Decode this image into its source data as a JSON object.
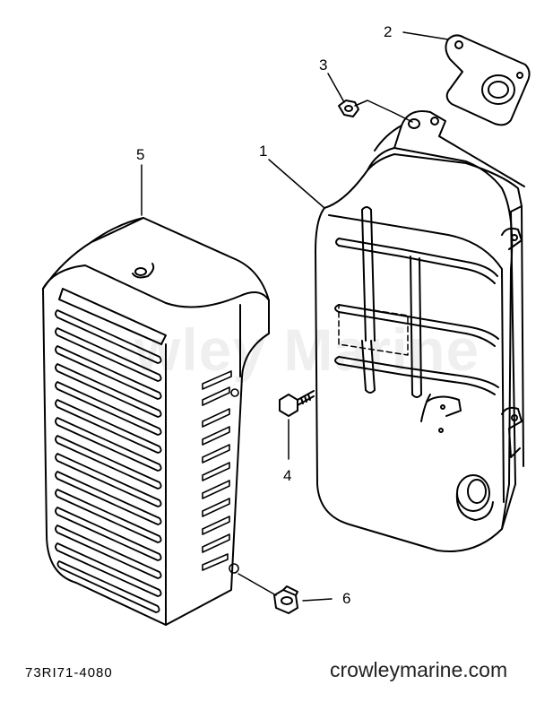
{
  "diagram": {
    "callouts": [
      {
        "id": "1",
        "text": "1"
      },
      {
        "id": "2",
        "text": "2"
      },
      {
        "id": "3",
        "text": "3"
      },
      {
        "id": "4",
        "text": "4"
      },
      {
        "id": "5",
        "text": "5"
      },
      {
        "id": "6",
        "text": "6"
      }
    ],
    "drawing_code": "73RI71-4080",
    "website": "crowleymarine.com",
    "watermark": "wley Marine"
  },
  "colors": {
    "ink": "#000000",
    "background": "#ffffff",
    "site_text": "#222222"
  }
}
